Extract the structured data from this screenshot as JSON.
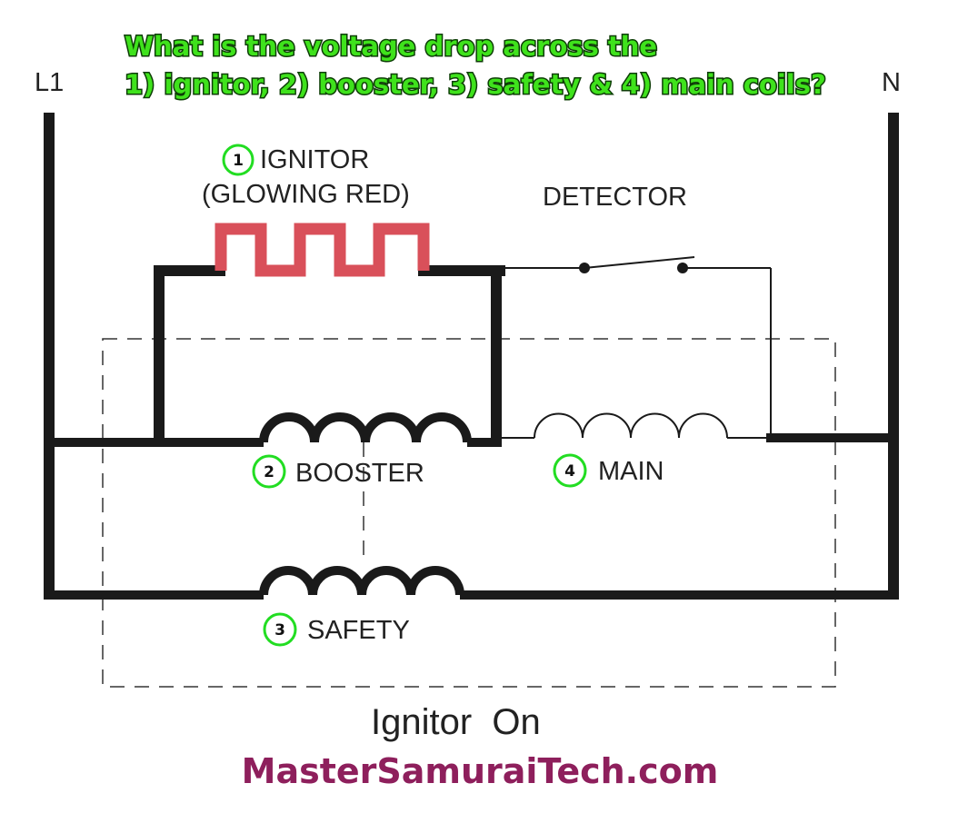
{
  "question": {
    "line1": "What is the voltage drop across the",
    "line2": "1) ignitor, 2) booster, 3) safety & 4) main coils?"
  },
  "terminals": {
    "left": "L1",
    "right": "N"
  },
  "components": {
    "ignitor": {
      "number": "1",
      "label": "IGNITOR",
      "sublabel": "(GLOWING RED)"
    },
    "detector": {
      "label": "DETECTOR"
    },
    "booster": {
      "number": "2",
      "label": "BOOSTER"
    },
    "main": {
      "number": "4",
      "label": "MAIN"
    },
    "safety": {
      "number": "3",
      "label": "SAFETY"
    }
  },
  "caption": "Ignitor  On",
  "brand": "MasterSamuraiTech.com",
  "colors": {
    "wire": "#1a1a1a",
    "ignitor_element": "#d9505a",
    "question_fill": "#3fe21c",
    "number_ring": "#22dd22",
    "brand_text": "#8e1f5c"
  }
}
